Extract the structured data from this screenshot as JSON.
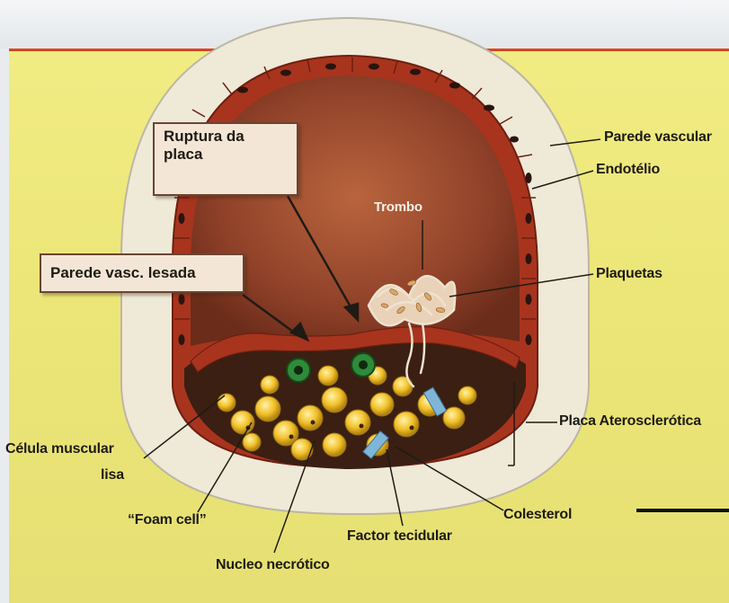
{
  "labels": {
    "parede_vascular": "Parede vascular",
    "endotelio": "Endotélio",
    "trombo": "Trombo",
    "plaquetas": "Plaquetas",
    "ruptura_linha1": "Ruptura da",
    "ruptura_linha2": "placa",
    "parede_lesada": "Parede vasc. lesada",
    "placa_ateroscleritica": "Placa Aterosclerótica",
    "celula_linha1": "Célula muscular",
    "celula_linha2": "lisa",
    "foam_cell": "“Foam cell”",
    "nucleo": "Nucleo necrótico",
    "factor": "Factor tecidular",
    "colesterol": "Colesterol"
  },
  "colors": {
    "panel_yellow": "#efe97e",
    "border_red": "#d8481e",
    "vessel_wall": "#efe9d7",
    "lumen": "#8e4028",
    "endothelium": "#a8341e",
    "foam": "#f2c12a",
    "cholesterol": "#7fb6d8",
    "platelet_cluster": "#f3e0c8"
  }
}
